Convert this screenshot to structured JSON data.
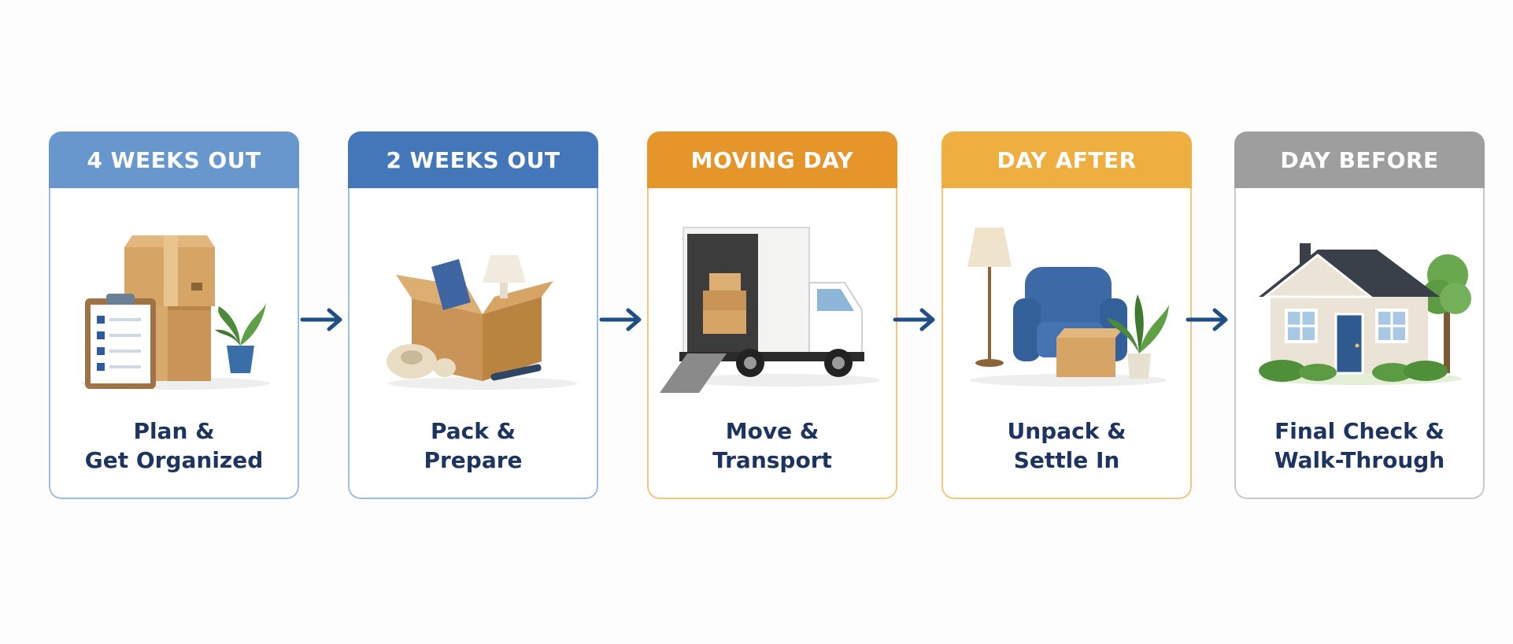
{
  "stages": [
    {
      "label": "4 WEEKS OUT",
      "title_line1": "Plan &",
      "title_line2": "Get Organized",
      "header_color": "#6797cc",
      "border_color": "#9bbde2",
      "icon": "clipboard-boxes-icon"
    },
    {
      "label": "2 WEEKS OUT",
      "title_line1": "Pack &",
      "title_line2": "Prepare",
      "header_color": "#4477b9",
      "border_color": "#9bbde2",
      "icon": "packing-box-icon"
    },
    {
      "label": "MOVING DAY",
      "title_line1": "Move &",
      "title_line2": "Transport",
      "header_color": "#e6952b",
      "border_color": "#f2c77c",
      "icon": "moving-truck-icon"
    },
    {
      "label": "DAY AFTER",
      "title_line1": "Unpack &",
      "title_line2": "Settle In",
      "header_color": "#efae40",
      "border_color": "#f2c77c",
      "icon": "armchair-lamp-icon"
    },
    {
      "label": "DAY BEFORE",
      "title_line1": "Final Check &",
      "title_line2": "Walk-Through",
      "header_color": "#9e9e9e",
      "border_color": "#c8c8c8",
      "icon": "house-icon"
    }
  ],
  "arrow_color": "#1f4f85"
}
